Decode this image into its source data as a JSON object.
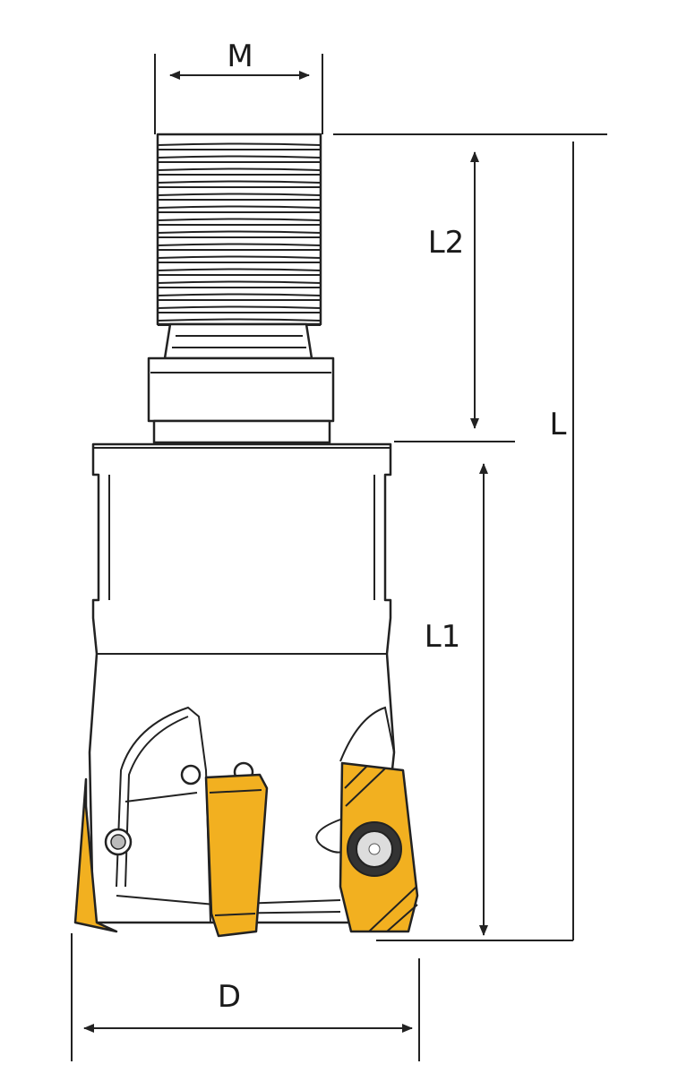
{
  "diagram": {
    "labels": {
      "M": "M",
      "L2": "L2",
      "L": "L",
      "L1": "L1",
      "D": "D"
    },
    "colors": {
      "insert": "#F2B020",
      "outline": "#222222"
    }
  }
}
